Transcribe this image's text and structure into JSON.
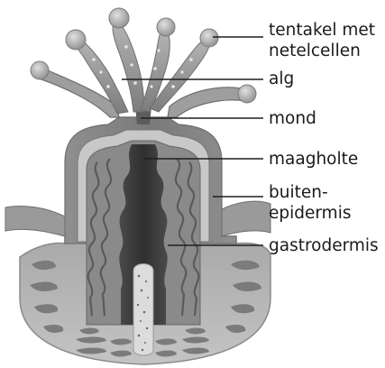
{
  "diagram": {
    "labels": {
      "tentacle_line1": "tentakel met",
      "tentacle_line2": "netelcellen",
      "alga": "alg",
      "mouth": "mond",
      "gastric_cavity": "maagholte",
      "outer_line1": "buiten-",
      "outer_line2": "epidermis",
      "gastrodermis": "gastrodermis"
    },
    "colors": {
      "background": "#ffffff",
      "outer_fill": "#9a9a9a",
      "body_wall": "#8a8a8a",
      "light_band": "#c8c8c8",
      "tissue_dark": "#6e6e6e",
      "cavity": "#3d3d3d",
      "skeleton_fill": "#dcdcdc",
      "label_text": "#1a1a1a",
      "leader_line": "#1f1f1f"
    }
  }
}
